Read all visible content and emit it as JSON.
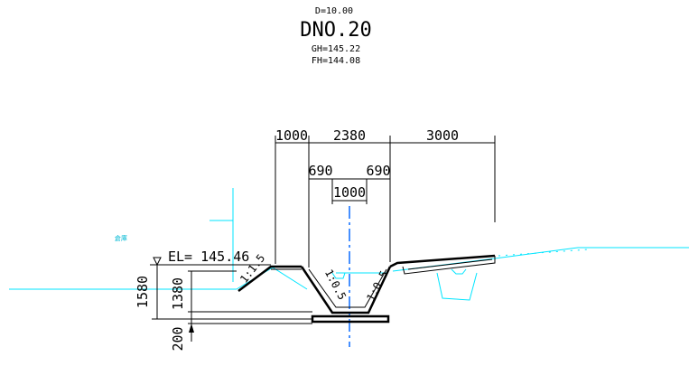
{
  "header": {
    "distance": "D=10.00",
    "station": "DNO.20",
    "ground_height": "GH=145.22",
    "formation_height": "FH=144.08"
  },
  "dimensions": {
    "top": [
      "1000",
      "2380",
      "3000"
    ],
    "mid": [
      "690",
      "690"
    ],
    "bottom_width": "1000",
    "vertical": [
      "1580",
      "1380",
      "200"
    ]
  },
  "elevation": "EL= 145.46",
  "slopes": {
    "left_bank": "1:1.5",
    "ditch_left": "1:0.5",
    "ditch_right": "1:0.5"
  },
  "small_label": "倉庫",
  "colors": {
    "ground_line": "#00e5ff",
    "centerline": "#0a6cff",
    "drawing": "#000000"
  }
}
